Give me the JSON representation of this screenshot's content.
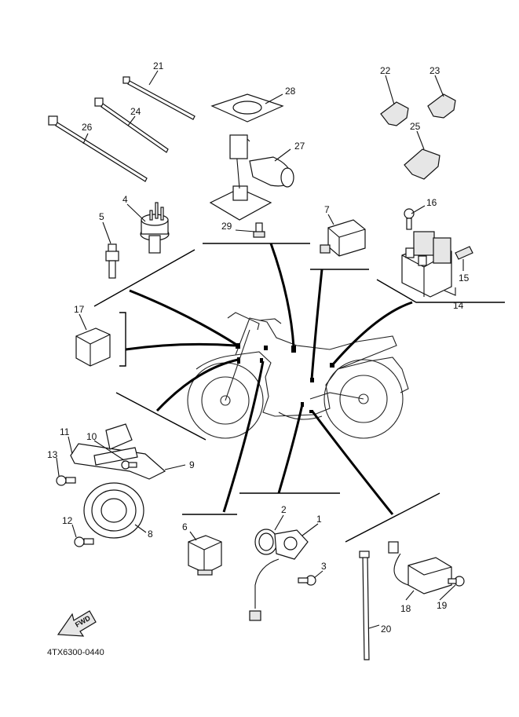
{
  "diagram": {
    "part_code": "4TX6300-0440",
    "direction_tag": "FWD",
    "callouts": [
      "1",
      "2",
      "3",
      "4",
      "5",
      "6",
      "7",
      "8",
      "9",
      "10",
      "11",
      "12",
      "13",
      "14",
      "15",
      "16",
      "17",
      "18",
      "19",
      "20",
      "21",
      "22",
      "23",
      "24",
      "25",
      "26",
      "27",
      "28",
      "29"
    ]
  }
}
